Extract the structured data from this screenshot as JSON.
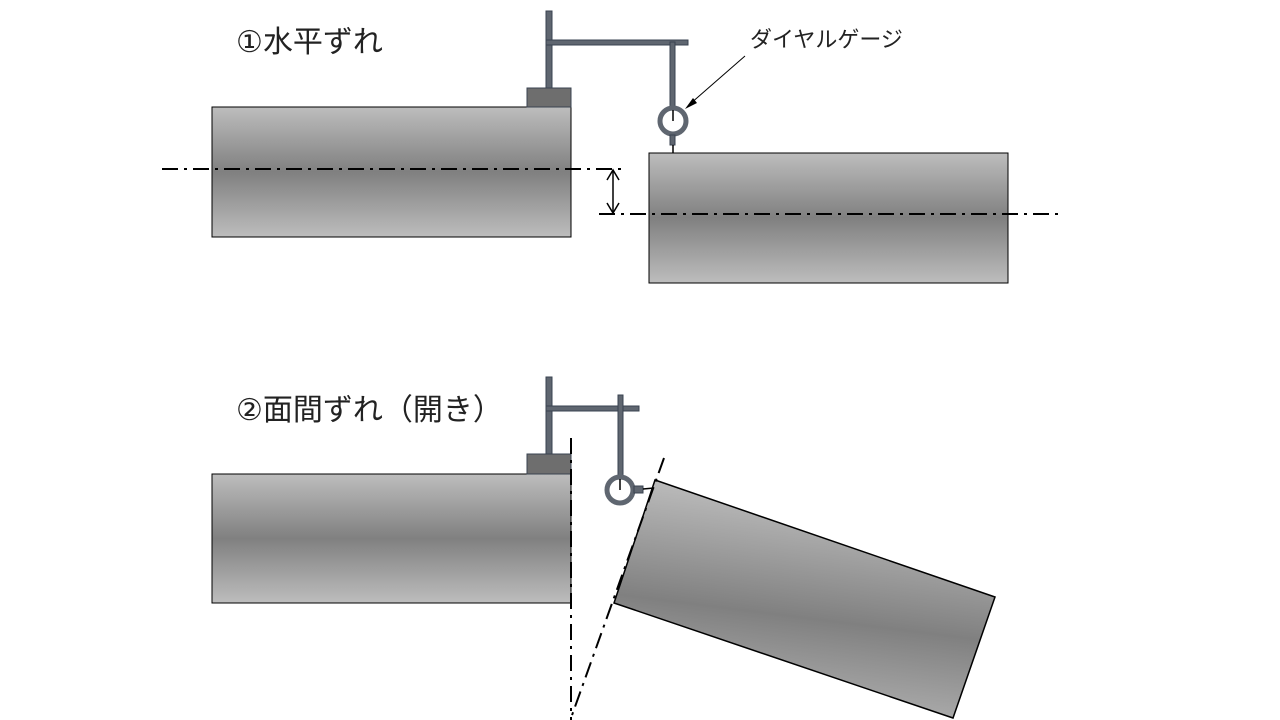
{
  "diagram": {
    "sections": [
      {
        "id": "horizontal-misalignment",
        "title": "①水平ずれ"
      },
      {
        "id": "angular-misalignment",
        "title": "②面間ずれ（開き）"
      }
    ],
    "annotations": {
      "dial_gauge_label": "ダイヤルゲージ"
    },
    "colors": {
      "shaft_light": "#bdbdbd",
      "shaft_dark": "#808080",
      "fixture": "#5f6670",
      "fixture_base": "#6e6e6e",
      "outline": "#000000",
      "centerline": "#000000"
    }
  }
}
